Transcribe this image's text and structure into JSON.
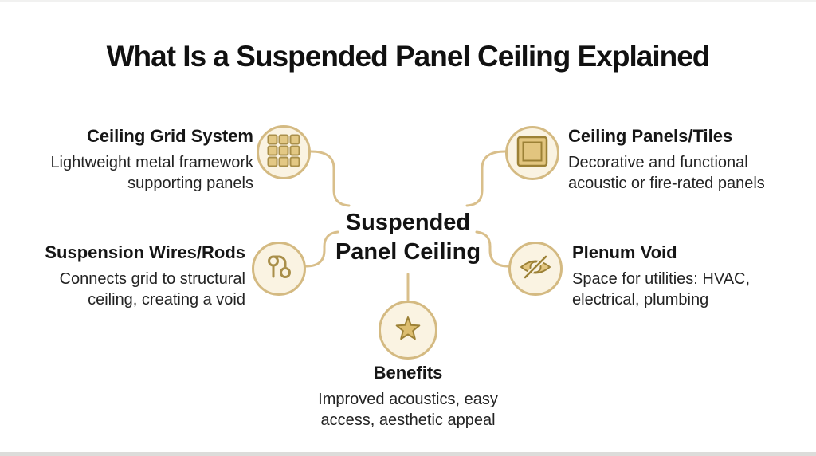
{
  "title": "What Is a Suspended Panel Ceiling Explained",
  "center": {
    "line1": "Suspended",
    "line2": "Panel Ceiling"
  },
  "nodes": [
    {
      "id": "ceiling-grid-system",
      "title": "Ceiling Grid System",
      "desc": "Lightweight metal framework supporting panels",
      "icon": "grid-icon",
      "position": "top-left"
    },
    {
      "id": "ceiling-panels-tiles",
      "title": "Ceiling Panels/Tiles",
      "desc": "Decorative and functional acoustic or fire-rated panels",
      "icon": "panel-tile-icon",
      "position": "top-right"
    },
    {
      "id": "suspension-wires-rods",
      "title": "Suspension Wires/Rods",
      "desc": "Connects grid to structural ceiling, creating a void",
      "icon": "suspension-wire-icon",
      "position": "middle-left"
    },
    {
      "id": "plenum-void",
      "title": "Plenum Void",
      "desc": "Space for utilities: HVAC, electrical, plumbing",
      "icon": "eye-off-icon",
      "position": "middle-right"
    },
    {
      "id": "benefits",
      "title": "Benefits",
      "desc": "Improved acoustics, easy access, aesthetic appeal",
      "icon": "star-icon",
      "position": "bottom-center"
    }
  ],
  "colors": {
    "background": "#ffffff",
    "circle_border": "#d4ba82",
    "circle_fill": "#faf3e2",
    "icon_fill": "#e2c57f",
    "icon_stroke": "#9c8136",
    "connector_line": "#d9bf8b",
    "title_text": "#111111",
    "body_text": "#232323"
  }
}
